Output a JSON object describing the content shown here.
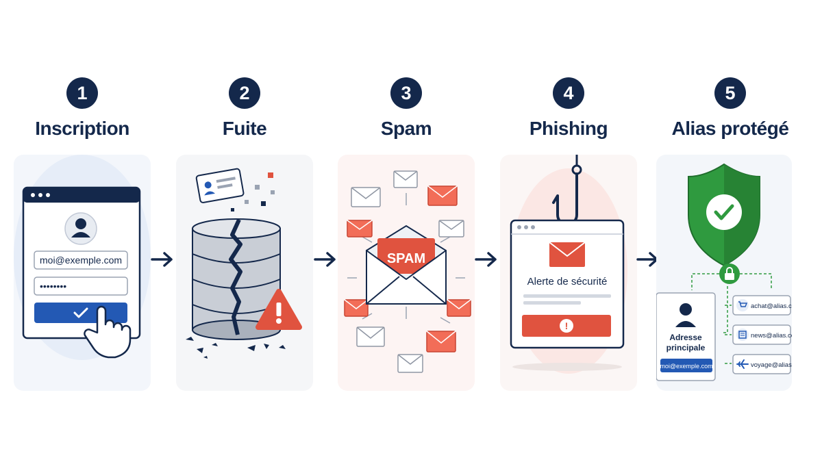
{
  "steps": [
    {
      "number": "1",
      "title": "Inscription"
    },
    {
      "number": "2",
      "title": "Fuite"
    },
    {
      "number": "3",
      "title": "Spam"
    },
    {
      "number": "4",
      "title": "Phishing"
    },
    {
      "number": "5",
      "title": "Alias protégé"
    }
  ],
  "signup": {
    "email": "moi@exemple.com",
    "password": "••••••••"
  },
  "spam": {
    "label": "SPAM"
  },
  "phishing": {
    "alert": "Alerte de sécurité",
    "warning_mark": "!"
  },
  "alias": {
    "main_label_line1": "Adresse",
    "main_label_line2": "principale",
    "main_email": "moi@exemple.com",
    "aliases": [
      "achat@alias.com",
      "news@alias.com",
      "voyage@alias.com"
    ]
  },
  "colors": {
    "navy": "#14284b",
    "blue": "#2359b4",
    "red": "#e0533f",
    "green": "#2f9a3f",
    "gray": "#8f96a3"
  }
}
